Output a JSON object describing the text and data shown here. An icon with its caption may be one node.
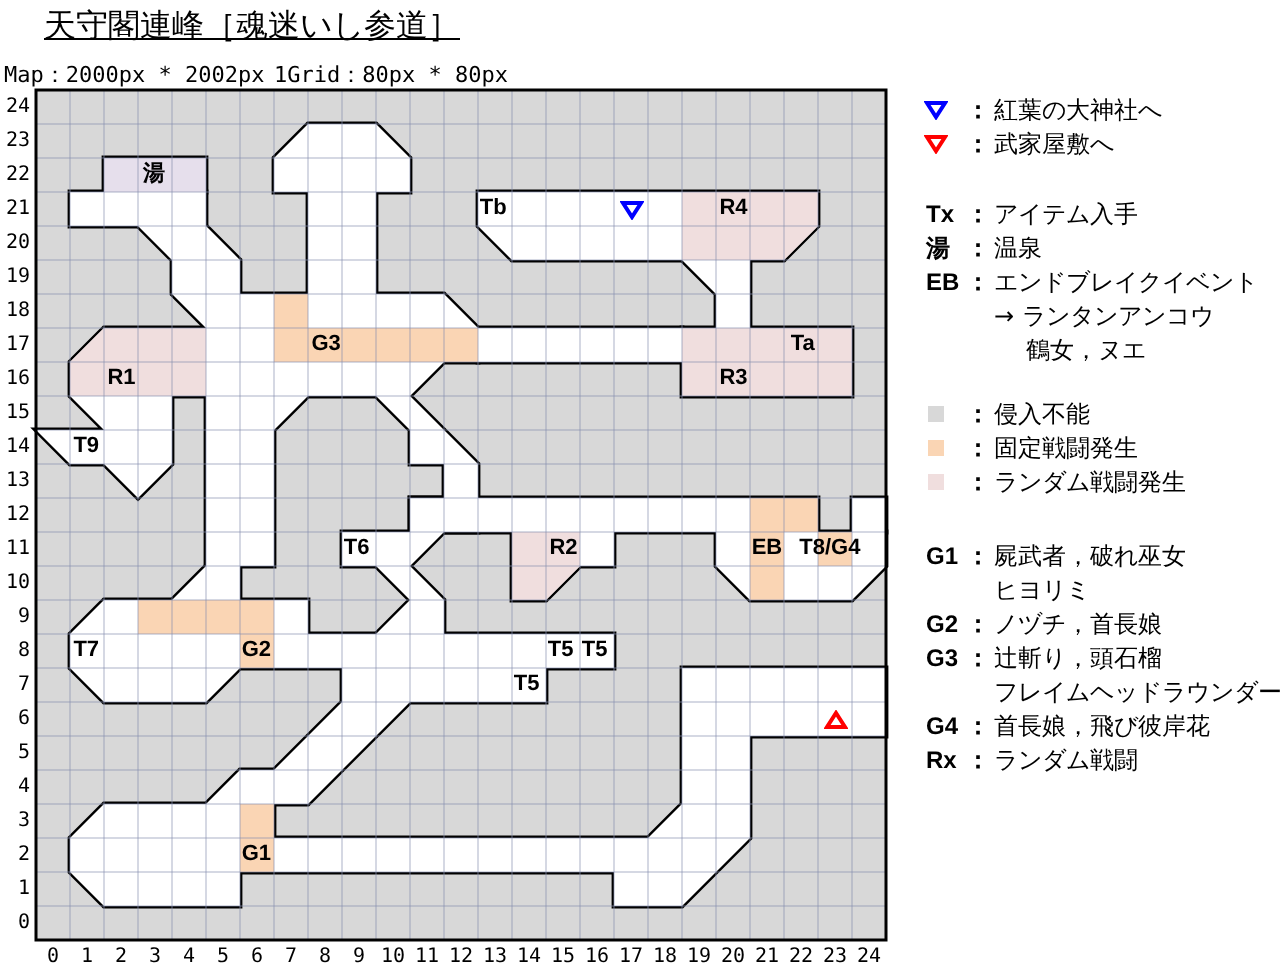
{
  "diagram": {
    "title": "天守閣連峰［魂迷いし参道］",
    "labels": [
      "Map：2000px * 2002px",
      "1Grid：80px * 80px",
      "湯",
      "Tb",
      "R4",
      "G3",
      "Ta",
      "R1",
      "R3",
      "T9",
      "T6",
      "R2",
      "EB",
      "T8/G4",
      "T7",
      "G2",
      "T5",
      "T5",
      "T5",
      "G1",
      "：",
      "：",
      "Tx",
      "：",
      "アイテム入手",
      "湯",
      "：",
      "温泉",
      "EB",
      "：",
      "エンドブレイクイベント→ ランタンアンコウ鶴女，ヌエ",
      "：",
      "：",
      "：",
      "G1",
      "：",
      "屍武者，破れ巫女ヒヨリミ",
      "G2",
      "：",
      "ノヅチ，首長娘",
      "G3",
      "：",
      "辻斬り，頭石榴フレイムヘッドラウンダー",
      "G4",
      "：",
      "首長娘，飛び彼岸花",
      "Rx",
      "：",
      "ランダム戦闘",
      "24",
      "23",
      "22",
      "21",
      "20",
      "19",
      "18",
      "17",
      "16",
      "15",
      "14",
      "13",
      "12",
      "11",
      "10",
      "9",
      "8",
      "7",
      "6",
      "5",
      "4",
      "3",
      "2",
      "1",
      "0",
      "0",
      "1",
      "2",
      "3",
      "4",
      "5",
      "6",
      "7",
      "8",
      "9",
      "10",
      "11",
      "12",
      "13",
      "14",
      "15",
      "16",
      "17",
      "18",
      "19",
      "20",
      "21",
      "22",
      "23",
      "24"
    ],
    "legend": [
      {
        "text": "紅葉の大神社へ"
      },
      {
        "text": "武家屋敷へ"
      },
      {
        "text": "侵入不能",
        "color": "#d8d8d8"
      },
      {
        "text": "固定戦闘発生",
        "color": "#fad5b4"
      },
      {
        "text": "ランダム戦闘発生",
        "color": "#f0dede"
      }
    ]
  }
}
